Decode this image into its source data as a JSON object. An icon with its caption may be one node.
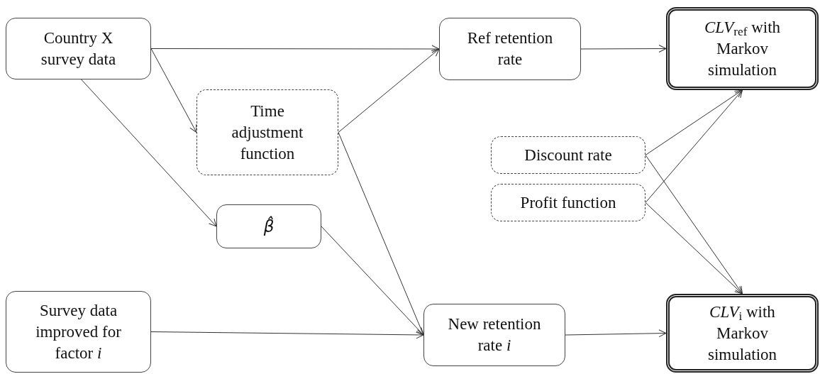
{
  "diagram": {
    "nodes": [
      {
        "text": [
          "Country X survey data"
        ]
      },
      {
        "text": [
          "Time adjustment function"
        ]
      },
      {
        "text": [
          "β̂"
        ]
      },
      {
        "text": [
          "Survey data improved for factor *i*"
        ]
      },
      {
        "text": [
          "Ref retention rate"
        ]
      },
      {
        "text": [
          "*CLV*$_{ref}$ with Markov simulation"
        ]
      },
      {
        "text": [
          "Discount rate"
        ]
      },
      {
        "text": [
          "Profit function"
        ]
      },
      {
        "text": [
          "New retention rate *i*"
        ]
      },
      {
        "text": [
          "*CLV*$_{i}$ with Markov simulation"
        ]
      }
    ],
    "edges": [
      {
        "from": 0,
        "to": 4,
        "arrow": "to"
      },
      {
        "from": 0,
        "to": 1,
        "arrow": "to"
      },
      {
        "from": 0,
        "to": 2,
        "arrow": "to"
      },
      {
        "from": 1,
        "to": 4,
        "arrow": "to"
      },
      {
        "from": 1,
        "to": 8,
        "arrow": "to"
      },
      {
        "from": 2,
        "to": 8,
        "arrow": "to"
      },
      {
        "from": 3,
        "to": 8,
        "arrow": "to"
      },
      {
        "from": 4,
        "to": 5,
        "arrow": "to"
      },
      {
        "from": 8,
        "to": 9,
        "arrow": "to"
      },
      {
        "from": 6,
        "to": 5,
        "arrow": "to"
      },
      {
        "from": 7,
        "to": 5,
        "arrow": "to"
      },
      {
        "from": 6,
        "to": 9,
        "arrow": "to"
      },
      {
        "from": 7,
        "to": 9,
        "arrow": "to"
      }
    ]
  }
}
